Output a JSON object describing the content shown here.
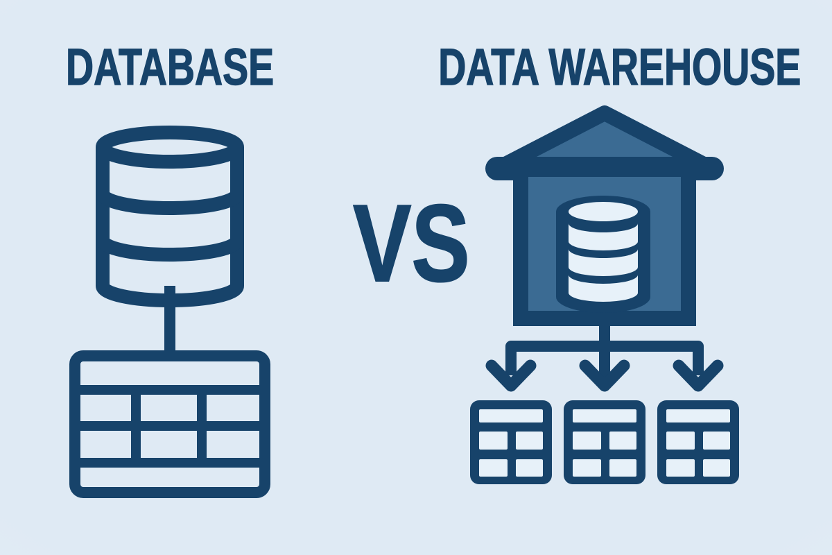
{
  "colors": {
    "bg": "#dfeaf4",
    "navy": "#17436a",
    "steel": "#3b6b93",
    "light": "#e7f1f9"
  },
  "left_panel": {
    "title": "DATABASE",
    "icons": [
      "database-cylinder-icon",
      "connector-line",
      "table-icon"
    ],
    "structure": "one database cylinder feeding one table"
  },
  "center": {
    "vs_label": "VS"
  },
  "right_panel": {
    "title": "DATA WAREHOUSE",
    "icons": [
      "warehouse-icon",
      "database-cylinder-icon",
      "branch-arrows-icon",
      "table-icon",
      "table-icon",
      "table-icon"
    ],
    "structure": "warehouse containing a database cylinder feeding three tables"
  }
}
